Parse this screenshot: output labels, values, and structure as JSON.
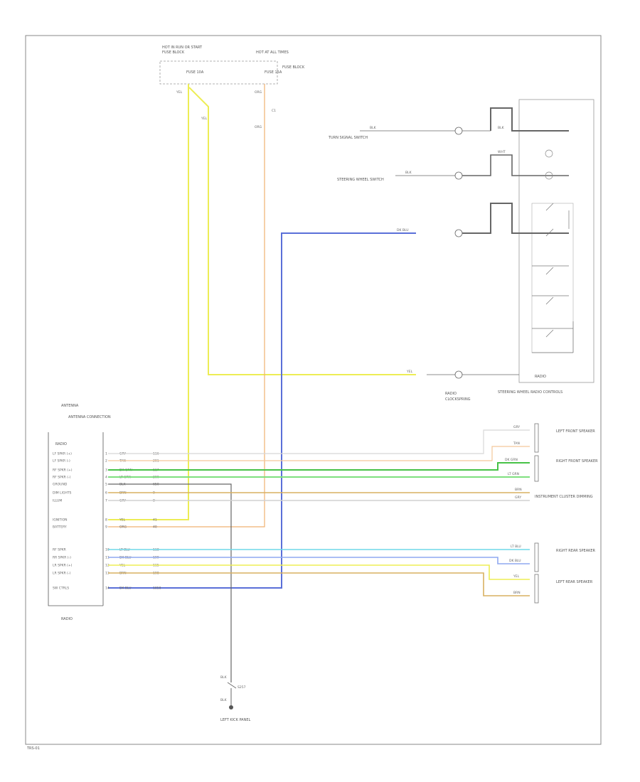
{
  "fuse_block": {
    "left_title": "HOT IN RUN OR START",
    "left_subtitle": "FUSE BLOCK",
    "right_title": "HOT AT ALL TIMES",
    "right_note": "FUSE BLOCK",
    "left_fuse": "FUSE 10A",
    "right_fuse": "FUSE 15A",
    "left_wire": "YEL",
    "right_wire": "ORG",
    "left_splice": "YEL",
    "right_connector": "C1",
    "right_wire2": "ORG"
  },
  "sw_control": {
    "label": "STEERING WHEEL RADIO CONTROLS",
    "module": "RADIO",
    "rows": [
      {
        "label": "TURN SIGNAL SWITCH",
        "wire": "BLK"
      },
      {
        "label": "STEERING WHEEL SWITCH",
        "wire": "BLK"
      },
      {
        "label": "",
        "wire": "DK BLU"
      }
    ],
    "wire_a": "BLK",
    "wire_b": "WHT",
    "bottom_wire": "YEL",
    "bottom_connector_label": "RADIO",
    "clockspring_label": "CLOCKSPRING"
  },
  "radio": {
    "title": "RADIO",
    "box_label": "RADIO",
    "top_note": "ANTENNA",
    "top_note2": "ANTENNA CONNECTION",
    "pins": [
      {
        "num": "1",
        "name": "LF SPKR (+)",
        "color": "GRY",
        "circuit": "116"
      },
      {
        "num": "2",
        "name": "LF SPKR (-)",
        "color": "TAN",
        "circuit": "201"
      },
      {
        "num": "3",
        "name": "RF SPKR (+)",
        "color": "DK GRN",
        "circuit": "117"
      },
      {
        "num": "4",
        "name": "RF SPKR (-)",
        "color": "LT GRN",
        "circuit": "200"
      },
      {
        "num": "5",
        "name": "GROUND",
        "color": "BLK",
        "circuit": "650"
      },
      {
        "num": "6",
        "name": "DIM LIGHTS",
        "color": "BRN",
        "circuit": "9"
      },
      {
        "num": "7",
        "name": "ILLUM",
        "color": "GRY",
        "circuit": "8"
      },
      {
        "num": "8",
        "name": "IGNITION",
        "color": "YEL",
        "circuit": "41"
      },
      {
        "num": "9",
        "name": "BATTERY",
        "color": "ORG",
        "circuit": "40"
      },
      {
        "num": "10",
        "name": "RF SPKR",
        "color": "LT BLU",
        "circuit": "118"
      },
      {
        "num": "11",
        "name": "RR SPKR (-)",
        "color": "DK BLU",
        "circuit": "199"
      },
      {
        "num": "12",
        "name": "LR SPKR (+)",
        "color": "YEL",
        "circuit": "115"
      },
      {
        "num": "13",
        "name": "LR SPKR (-)",
        "color": "BRN",
        "circuit": "198"
      },
      {
        "num": "14",
        "name": "SW CTRLS",
        "color": "DK BLU",
        "circuit": "1858"
      }
    ]
  },
  "speakers": {
    "left_front": "LEFT FRONT SPEAKER",
    "right_front": "RIGHT FRONT SPEAKER",
    "right_rear": "RIGHT REAR SPEAKER",
    "left_rear": "LEFT REAR SPEAKER",
    "lf_wires": [
      "GRY",
      "TAN"
    ],
    "rf_wires": [
      "DK GRN",
      "LT GRN"
    ],
    "illum_wires": [
      "BRN",
      "GRY"
    ],
    "rr_wires": [
      "LT BLU",
      "DK BLU"
    ],
    "lr_wires": [
      "YEL",
      "BRN"
    ],
    "illum_label": "INSTRUMENT CLUSTER DIMMING"
  },
  "ground": {
    "wire_top": "BLK",
    "splice": "S257",
    "wire_bottom": "BLK",
    "label": "LEFT KICK PANEL"
  },
  "footer": {
    "code": "TRS-01"
  }
}
